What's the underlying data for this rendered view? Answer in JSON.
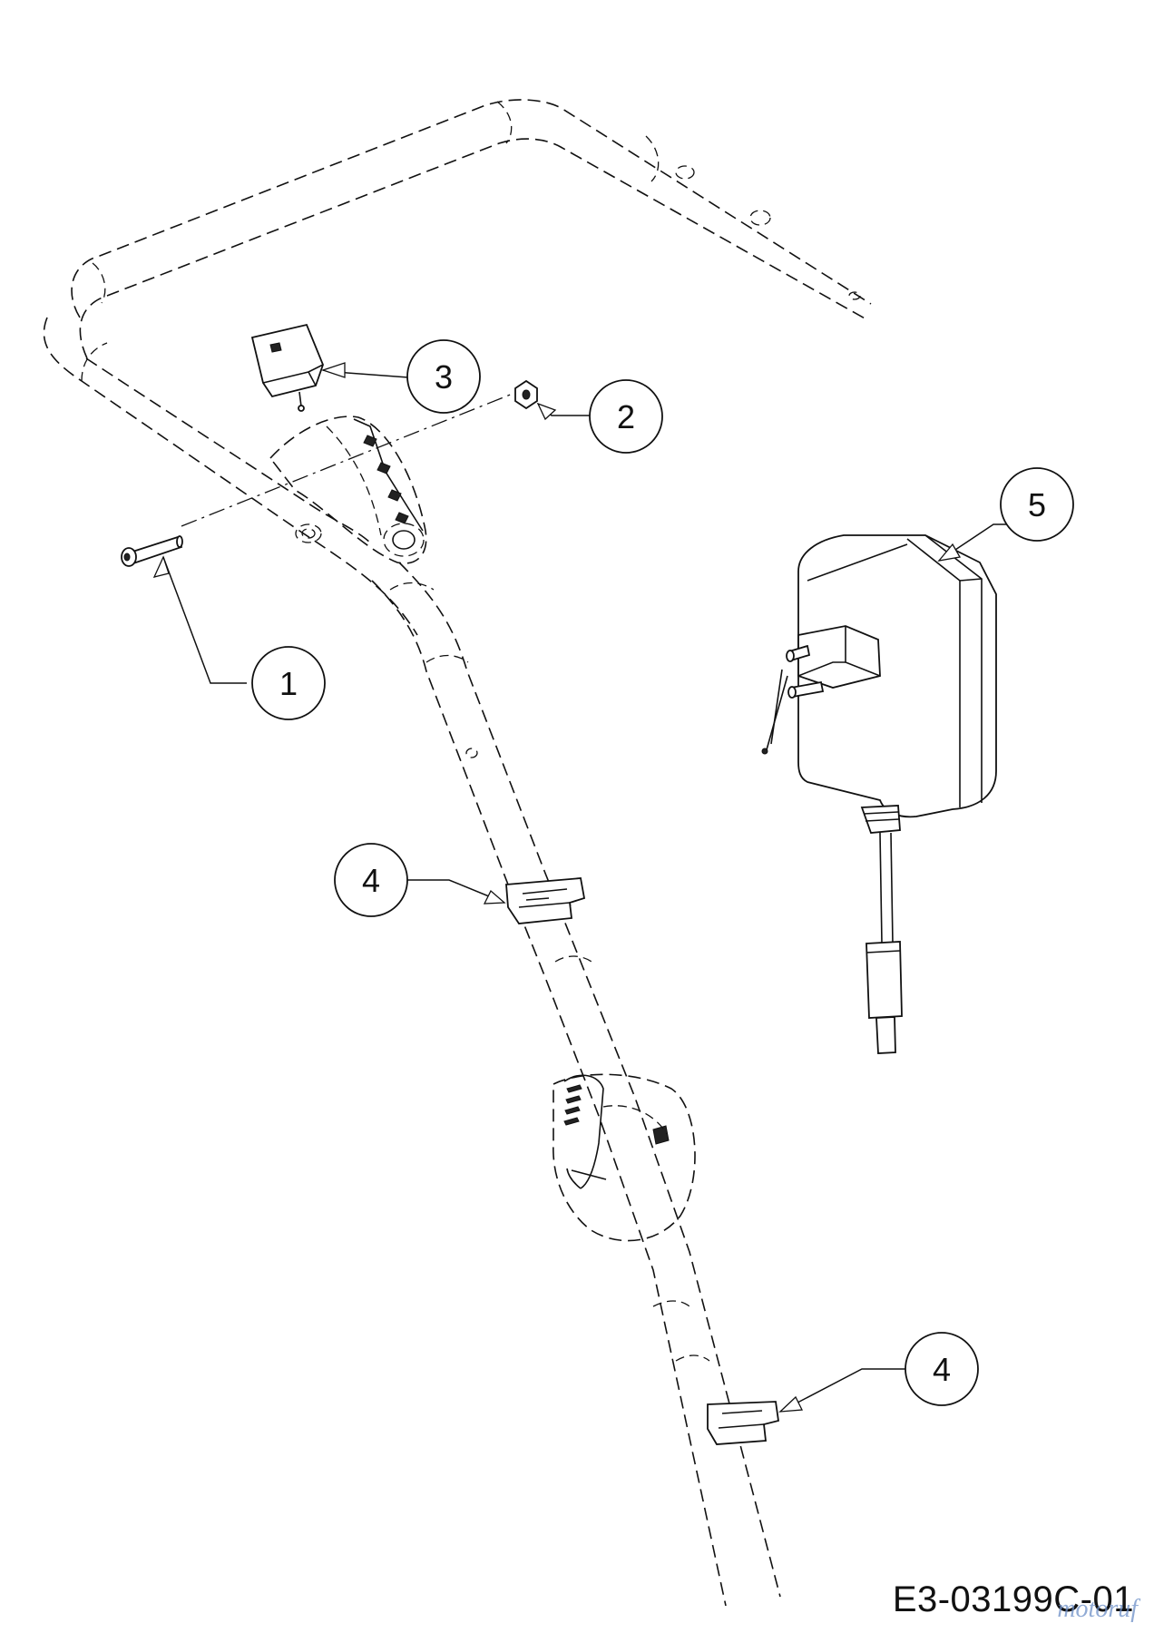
{
  "diagram": {
    "callouts": [
      {
        "id": "callout-1",
        "label": "1"
      },
      {
        "id": "callout-2",
        "label": "2"
      },
      {
        "id": "callout-3",
        "label": "3"
      },
      {
        "id": "callout-4a",
        "label": "4"
      },
      {
        "id": "callout-4b",
        "label": "4"
      },
      {
        "id": "callout-5",
        "label": "5"
      }
    ],
    "drawing_id": "E3-03199C-01",
    "watermark": "motoruf"
  }
}
